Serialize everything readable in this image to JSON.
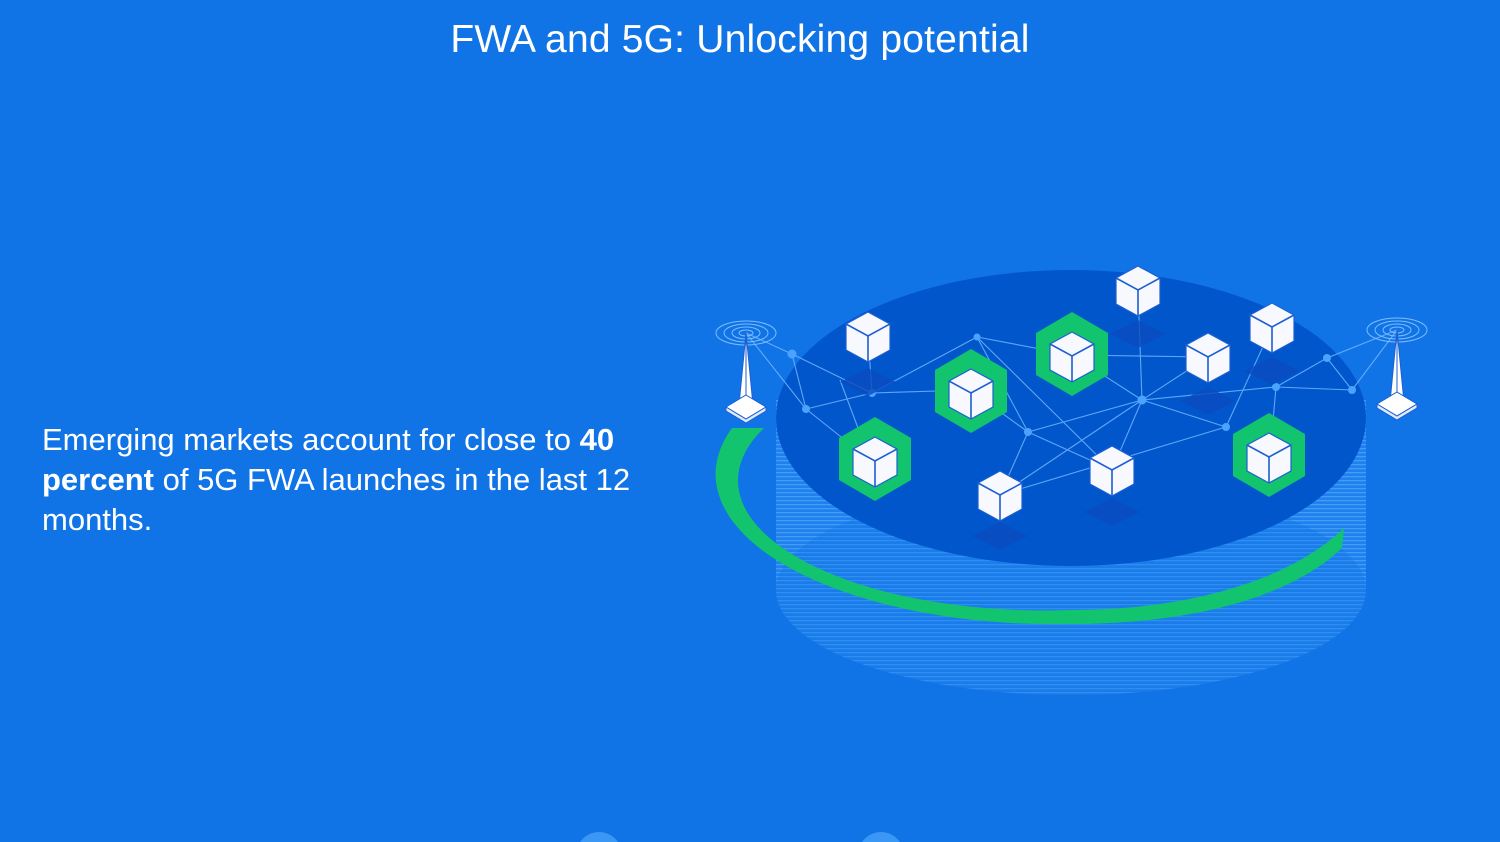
{
  "page": {
    "title": "FWA and 5G: Unlocking potential",
    "background_color": "#1174e6"
  },
  "statement": {
    "part1": "Emerging markets account for close to ",
    "bold1": "40 percent",
    "part2": " of 5G FWA launches in the last 12 months."
  },
  "illustration": {
    "description": "Isometric cylinder platform with network of connected cubes, two radio towers, and green progress arc",
    "colors": {
      "platform_top": "#0256cc",
      "platform_side": "#3a97f5",
      "accent_green": "#12c46e",
      "cube": "#f5f8ff",
      "cube_edge": "#1d5fd1",
      "node": "#4aa3ff",
      "link": "#6fb6ff"
    },
    "icons": [
      "radio-tower-icon",
      "radio-tower-icon",
      "cube-icon",
      "hexagon-cube-icon"
    ]
  },
  "navigation": {
    "dots": [
      {
        "name": "nav-dot-previous"
      },
      {
        "name": "nav-dot-next"
      }
    ]
  }
}
